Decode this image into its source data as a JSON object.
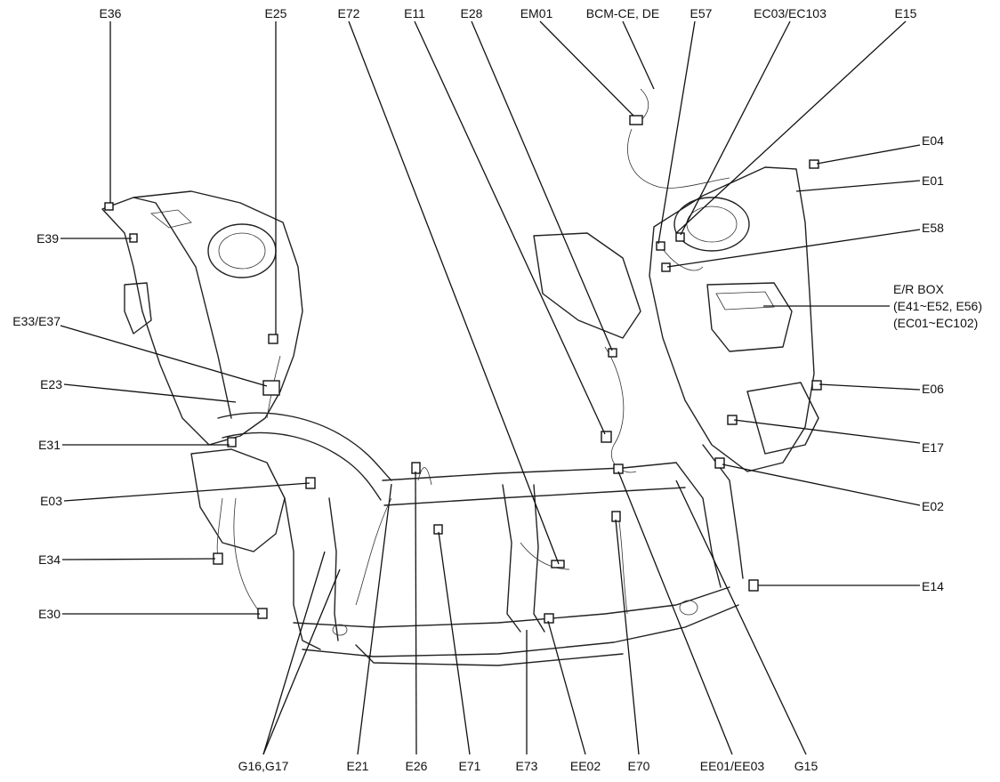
{
  "labels": {
    "e36": "E36",
    "e25": "E25",
    "e72": "E72",
    "e11": "E11",
    "e28": "E28",
    "em01": "EM01",
    "bcm": "BCM-CE, DE",
    "e57": "E57",
    "ec03": "EC03/EC103",
    "e15": "E15",
    "e04": "E04",
    "e01": "E01",
    "e39": "E39",
    "e58": "E58",
    "erbox1": "E/R BOX",
    "erbox2": "(E41~E52,  E56)",
    "erbox3": "(EC01~EC102)",
    "e33": "E33/E37",
    "e23": "E23",
    "e06": "E06",
    "e31": "E31",
    "e17": "E17",
    "e03": "E03",
    "e02": "E02",
    "e34": "E34",
    "e14": "E14",
    "e30": "E30",
    "g16": "G16,G17",
    "e21": "E21",
    "e26": "E26",
    "e71": "E71",
    "e73": "E73",
    "ee02": "EE02",
    "e70": "E70",
    "ee01": "EE01/EE03",
    "g15": "G15"
  }
}
